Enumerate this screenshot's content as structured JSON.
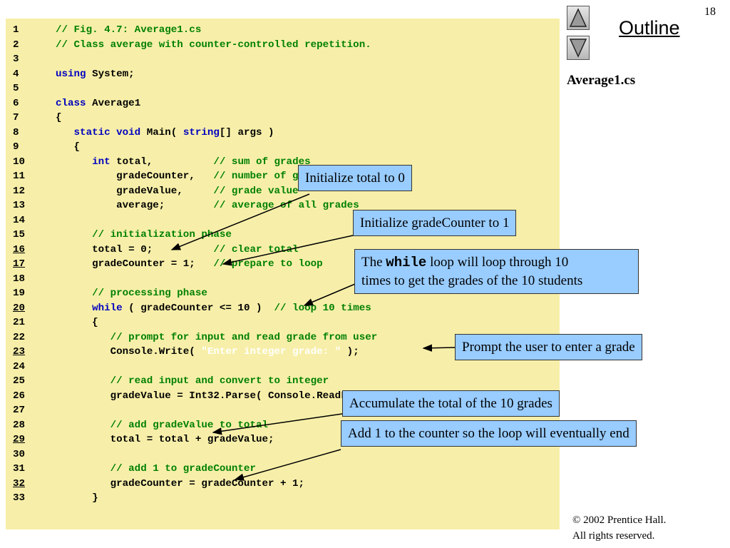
{
  "slide": {
    "number": "18",
    "outline_title": "Outline",
    "file_name": "Average1.cs",
    "copyright_line1": "© 2002 Prentice Hall.",
    "copyright_line2": "All rights reserved."
  },
  "nav": {
    "up_icon": "triangle-up-icon",
    "down_icon": "triangle-down-icon"
  },
  "colors": {
    "code_background": "#f7efa9",
    "comment": "#008000",
    "keyword": "#0000c0",
    "string": "#ffffff",
    "callout_background": "#99ccff"
  },
  "code": {
    "lines": [
      {
        "n": "1",
        "u": false,
        "t": [
          [
            "c",
            "// Fig. 4.7: Average1.cs"
          ]
        ]
      },
      {
        "n": "2",
        "u": false,
        "t": [
          [
            "c",
            "// Class average with counter-controlled repetition."
          ]
        ]
      },
      {
        "n": "3",
        "u": false,
        "t": []
      },
      {
        "n": "4",
        "u": false,
        "t": [
          [
            "k",
            "using"
          ],
          [
            "p",
            " System;"
          ]
        ]
      },
      {
        "n": "5",
        "u": false,
        "t": []
      },
      {
        "n": "6",
        "u": false,
        "t": [
          [
            "k",
            "class"
          ],
          [
            "p",
            " Average1"
          ]
        ]
      },
      {
        "n": "7",
        "u": false,
        "t": [
          [
            "p",
            "{"
          ]
        ]
      },
      {
        "n": "8",
        "u": false,
        "t": [
          [
            "p",
            "   "
          ],
          [
            "k",
            "static void"
          ],
          [
            "p",
            " Main( "
          ],
          [
            "k",
            "string"
          ],
          [
            "p",
            "[] args )"
          ]
        ]
      },
      {
        "n": "9",
        "u": false,
        "t": [
          [
            "p",
            "   {"
          ]
        ]
      },
      {
        "n": "10",
        "u": false,
        "t": [
          [
            "p",
            "      "
          ],
          [
            "k",
            "int"
          ],
          [
            "p",
            " total,          "
          ],
          [
            "c",
            "// sum of grades"
          ]
        ]
      },
      {
        "n": "11",
        "u": false,
        "t": [
          [
            "p",
            "          gradeCounter,   "
          ],
          [
            "c",
            "// number of grades entered"
          ]
        ]
      },
      {
        "n": "12",
        "u": false,
        "t": [
          [
            "p",
            "          gradeValue,     "
          ],
          [
            "c",
            "// grade value"
          ]
        ]
      },
      {
        "n": "13",
        "u": false,
        "t": [
          [
            "p",
            "          average;        "
          ],
          [
            "c",
            "// average of all grades"
          ]
        ]
      },
      {
        "n": "14",
        "u": false,
        "t": []
      },
      {
        "n": "15",
        "u": false,
        "t": [
          [
            "p",
            "      "
          ],
          [
            "c",
            "// initialization phase"
          ]
        ]
      },
      {
        "n": "16",
        "u": true,
        "t": [
          [
            "p",
            "      total = 0;          "
          ],
          [
            "c",
            "// clear total"
          ]
        ]
      },
      {
        "n": "17",
        "u": true,
        "t": [
          [
            "p",
            "      gradeCounter = 1;   "
          ],
          [
            "c",
            "// prepare to loop"
          ]
        ]
      },
      {
        "n": "18",
        "u": false,
        "t": []
      },
      {
        "n": "19",
        "u": false,
        "t": [
          [
            "p",
            "      "
          ],
          [
            "c",
            "// processing phase"
          ]
        ]
      },
      {
        "n": "20",
        "u": true,
        "t": [
          [
            "p",
            "      "
          ],
          [
            "k",
            "while"
          ],
          [
            "p",
            " ( gradeCounter <= 10 )  "
          ],
          [
            "c",
            "// loop 10 times"
          ]
        ]
      },
      {
        "n": "21",
        "u": false,
        "t": [
          [
            "p",
            "      {"
          ]
        ]
      },
      {
        "n": "22",
        "u": false,
        "t": [
          [
            "p",
            "         "
          ],
          [
            "c",
            "// prompt for input and read grade from user"
          ]
        ]
      },
      {
        "n": "23",
        "u": true,
        "t": [
          [
            "p",
            "         Console.Write( "
          ],
          [
            "s",
            "\"Enter integer grade: \""
          ],
          [
            "p",
            " );"
          ]
        ]
      },
      {
        "n": "24",
        "u": false,
        "t": []
      },
      {
        "n": "25",
        "u": false,
        "t": [
          [
            "p",
            "         "
          ],
          [
            "c",
            "// read input and convert to integer"
          ]
        ]
      },
      {
        "n": "26",
        "u": false,
        "t": [
          [
            "p",
            "         gradeValue = Int32.Parse( Console.ReadLine() );"
          ]
        ]
      },
      {
        "n": "27",
        "u": false,
        "t": []
      },
      {
        "n": "28",
        "u": false,
        "t": [
          [
            "p",
            "         "
          ],
          [
            "c",
            "// add gradeValue to total"
          ]
        ]
      },
      {
        "n": "29",
        "u": true,
        "t": [
          [
            "p",
            "         total = total + gradeValue;"
          ]
        ]
      },
      {
        "n": "30",
        "u": false,
        "t": []
      },
      {
        "n": "31",
        "u": false,
        "t": [
          [
            "p",
            "         "
          ],
          [
            "c",
            "// add 1 to gradeCounter"
          ]
        ]
      },
      {
        "n": "32",
        "u": true,
        "t": [
          [
            "p",
            "         gradeCounter = gradeCounter + 1;"
          ]
        ]
      },
      {
        "n": "33",
        "u": false,
        "t": [
          [
            "p",
            "      }"
          ]
        ]
      }
    ]
  },
  "callouts": {
    "init_total": "Initialize total to 0",
    "init_counter": "Initialize gradeCounter to 1",
    "while_prefix": "The ",
    "while_keyword": "while",
    "while_line1_rest": " loop will loop through 10",
    "while_line2": "times to get the grades of the 10 students",
    "prompt": "Prompt the user to enter a grade",
    "accumulate": "Accumulate the total of the 10 grades",
    "increment": "Add 1 to the counter so the loop will eventually end"
  }
}
